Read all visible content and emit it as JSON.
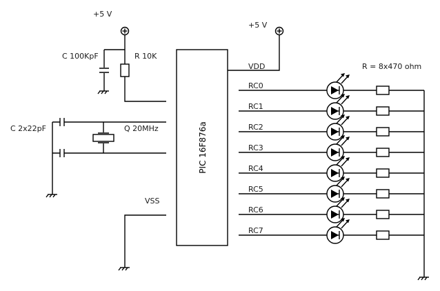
{
  "diagram": {
    "title": "PIC 16F876a LED driver schematic",
    "chip": {
      "label": "PIC 16F876a",
      "vdd_pin": "VDD",
      "vss_pin": "VSS"
    },
    "supply": {
      "left_label": "+5 V",
      "right_label": "+5 V"
    },
    "reset": {
      "capacitor_label": "C 100KpF",
      "resistor_label": "R 10K"
    },
    "oscillator": {
      "capacitors_label": "C 2x22pF",
      "crystal_label": "Q 20MHz"
    },
    "leds": {
      "resistors_label": "R = 8x470 ohm",
      "pins": [
        "RC0",
        "RC1",
        "RC2",
        "RC3",
        "RC4",
        "RC5",
        "RC6",
        "RC7"
      ]
    },
    "colors": {
      "line": "#000000",
      "background": "#ffffff"
    }
  }
}
